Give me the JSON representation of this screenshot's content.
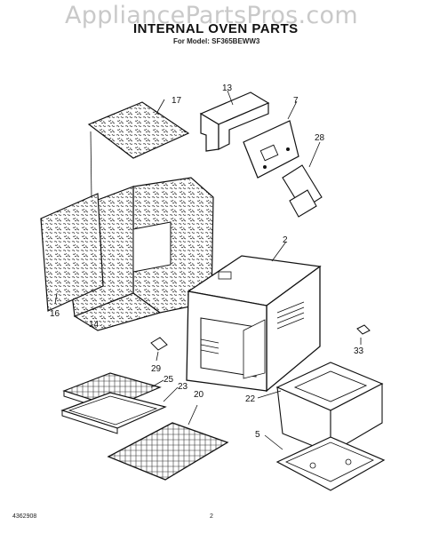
{
  "watermark": "AppliancePartsPros.com",
  "title": "INTERNAL OVEN PARTS",
  "model_line": "For Model: SF365BEWW3",
  "footer": {
    "doc_number": "4362908",
    "page": "2"
  },
  "callouts": [
    "17",
    "13",
    "7",
    "28",
    "2",
    "16",
    "14",
    "29",
    "25",
    "23",
    "20",
    "22",
    "5",
    "33"
  ],
  "colors": {
    "line": "#1a1a1a",
    "watermark": "#c9c9c9",
    "background": "#ffffff"
  }
}
